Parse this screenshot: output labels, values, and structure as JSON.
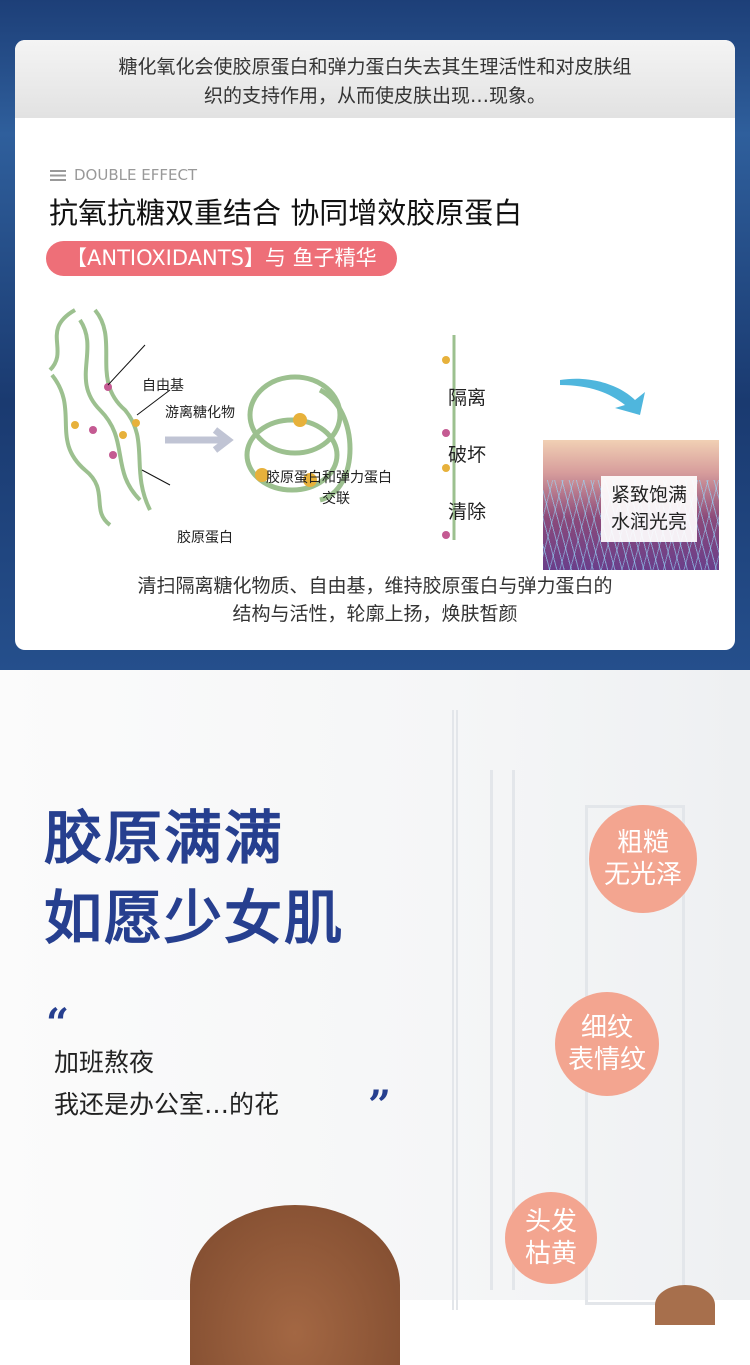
{
  "top_card": {
    "intro_lines": [
      "糖化氧化会使胶原蛋白和弹力蛋白失去其生理活性和对皮肤组",
      "织的支持作用，从而使皮肤出现…现象。"
    ],
    "eyebrow": "DOUBLE EFFECT",
    "headline": "抗氧抗糖双重结合 协同增效胶原蛋白",
    "pill": "【ANTIOXIDANTS】与 鱼子精华",
    "diagram": {
      "free_radical": "自由基",
      "free_glycation": "游离糖化物",
      "collagen": "胶原蛋白",
      "crosslink_line1": "胶原蛋白和弹力蛋白",
      "crosslink_line2": "交联",
      "actions": [
        "隔离",
        "破坏",
        "清除"
      ],
      "skin_line1": "紧致饱满",
      "skin_line2": "水润光亮"
    },
    "caption_lines": [
      "清扫隔离糖化物质、自由基，维持胶原蛋白与弹力蛋白的",
      "结构与活性，轮廓上扬，焕肤皙颜"
    ]
  },
  "hero": {
    "title_line1": "胶原满满",
    "title_line2": "如愿少女肌",
    "open_quote": "“",
    "close_quote": "”",
    "quote_line1": "加班熬夜",
    "quote_line2": "我还是办公室…的花",
    "bubbles": [
      {
        "line1": "粗糙",
        "line2": "无光泽"
      },
      {
        "line1": "细纹",
        "line2": "表情纹"
      },
      {
        "line1": "头发",
        "line2": "枯黄"
      }
    ],
    "bubble_color": "#f3a590",
    "title_color": "#263f8f"
  }
}
